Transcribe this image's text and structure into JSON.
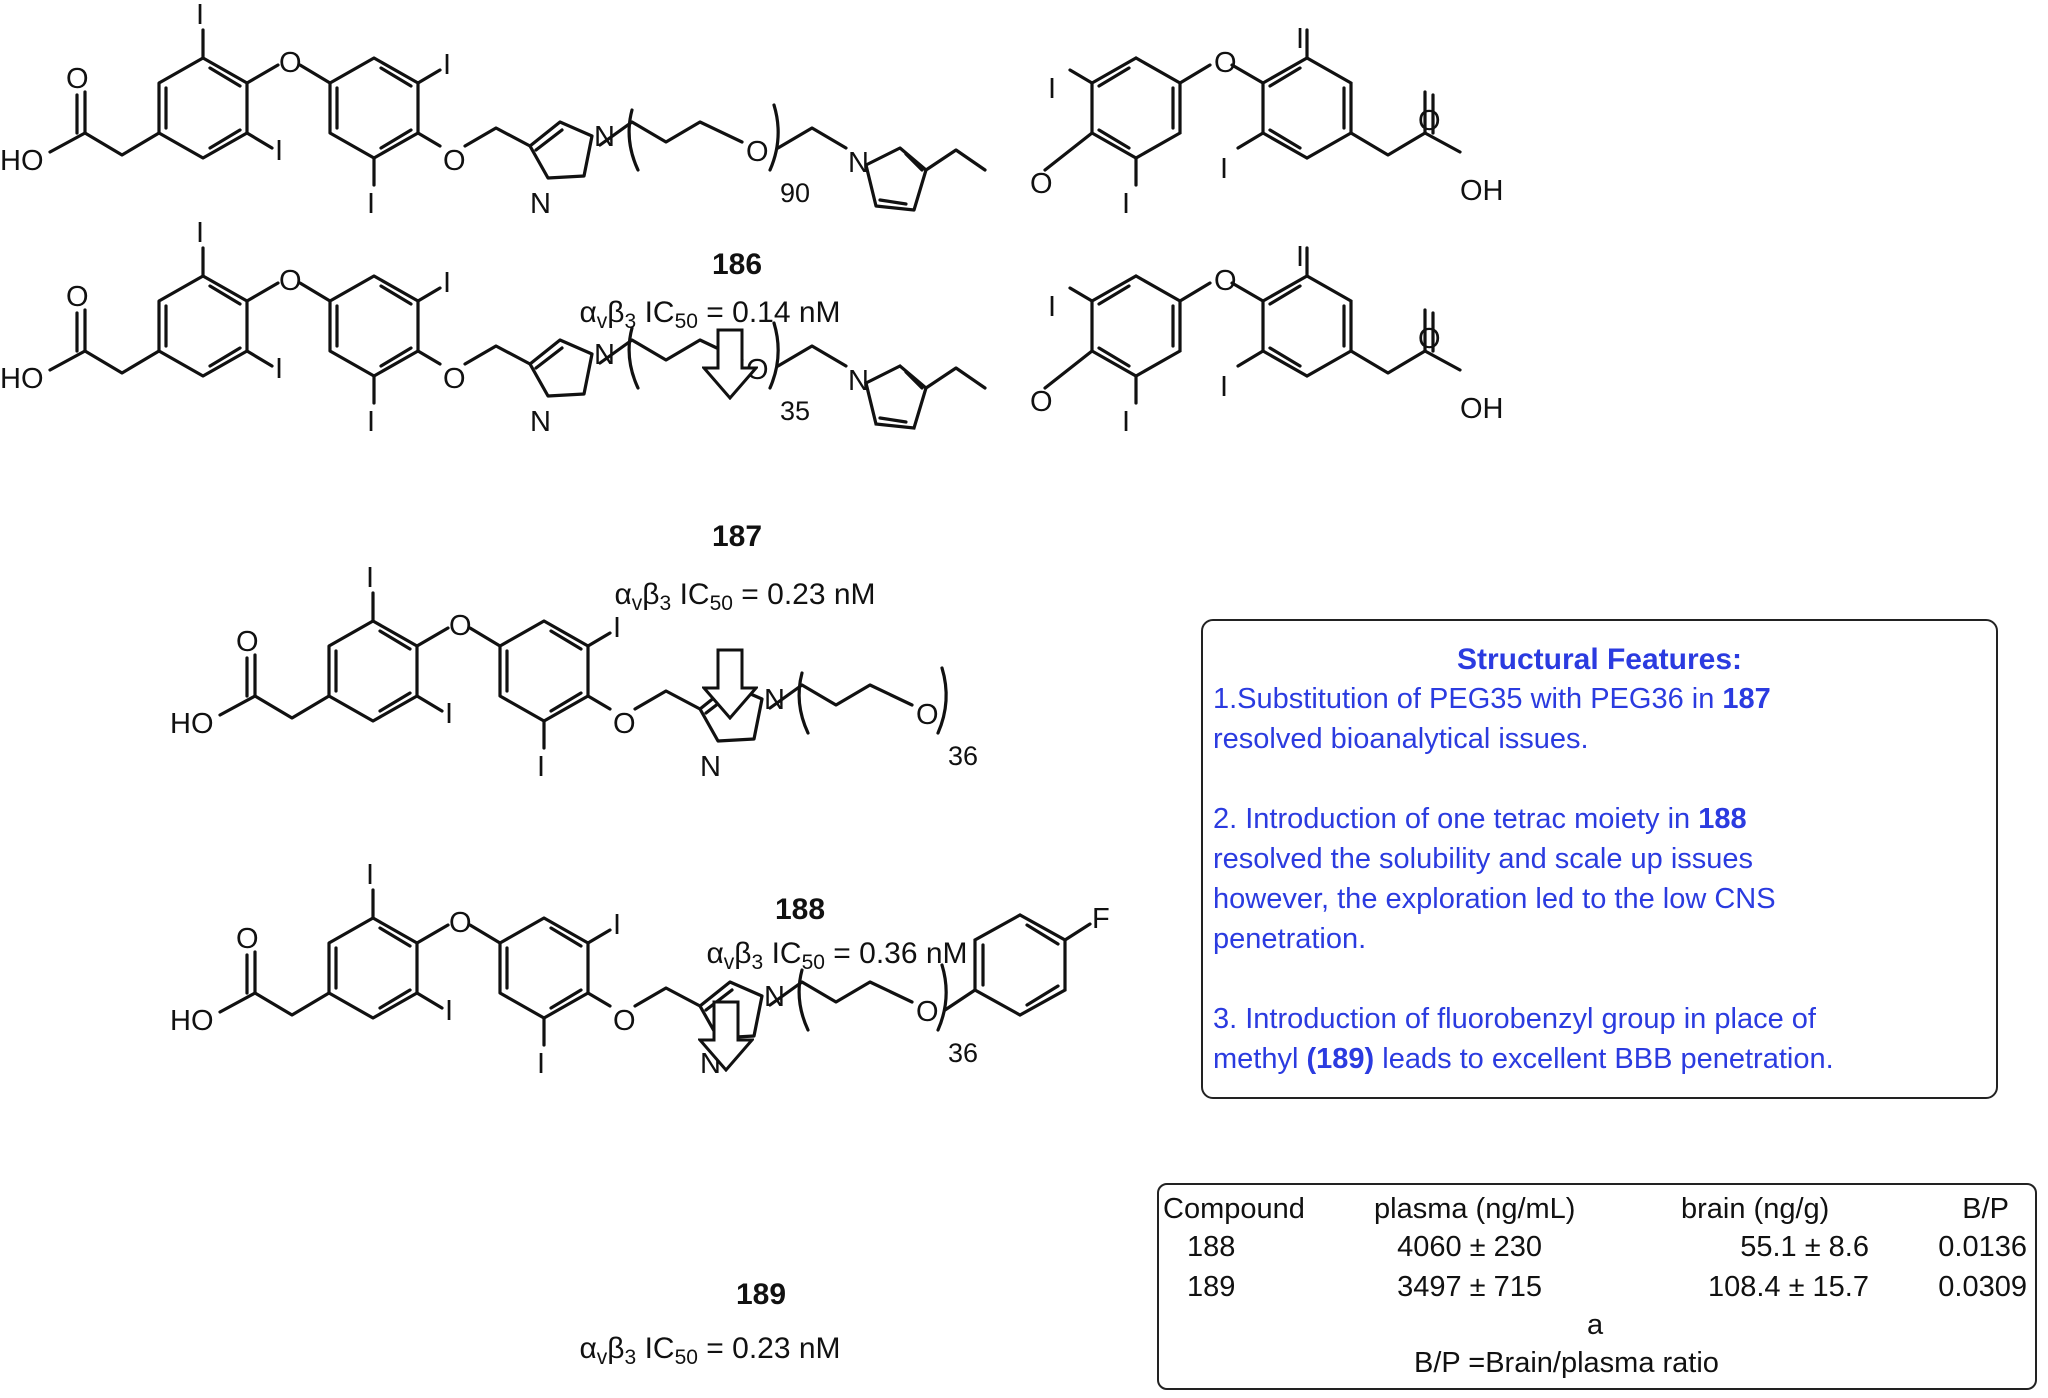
{
  "compounds": [
    {
      "id": "186",
      "peg_n": "90",
      "ic50": "= 0.14 nM"
    },
    {
      "id": "187",
      "peg_n": "35",
      "ic50": "= 0.23 nM"
    },
    {
      "id": "188",
      "peg_n": "36",
      "ic50": "= 0.36 nM"
    },
    {
      "id": "189",
      "peg_n": "36",
      "ic50": "= 0.23 nM"
    }
  ],
  "ic50_label": {
    "alpha": "α",
    "v": "v",
    "beta": "β",
    "three": "3",
    "ic": " IC",
    "fifty": "50",
    "space": " "
  },
  "atoms": {
    "I": "I",
    "O": "O",
    "N": "N",
    "HO": "HO",
    "OH": "OH",
    "F": "F"
  },
  "features": {
    "title": "Structural Features:",
    "point1": {
      "text_a": "1.Substitution of PEG35 with PEG36 in ",
      "ref": "187",
      "text_b": "resolved bioanalytical issues."
    },
    "point2": {
      "text_a": "2. Introduction of  one tetrac moiety in ",
      "ref": "188",
      "text_b": "resolved the  solubility and scale up issues",
      "text_c": "however, the exploration led to the low CNS",
      "text_d": "penetration."
    },
    "point3": {
      "text_a": "3. Introduction of fluorobenzyl group in   place of",
      "text_b": "methyl ",
      "ref": "(189)",
      "text_c": " leads to excellent BBB penetration."
    }
  },
  "pk_table": {
    "headers": [
      "Compound",
      "plasma (ng/mL)",
      "brain (ng/g)",
      "B/P"
    ],
    "rows": [
      [
        "188",
        "4060 ± 230",
        "55.1 ± 8.6",
        "0.0136"
      ],
      [
        "189",
        "3497 ± 715",
        "108.4 ± 15.7",
        "0.0309"
      ]
    ],
    "footnote_mark": "a",
    "footnote": "B/P =Brain/plasma ratio"
  },
  "colors": {
    "accent_text": "#2b3be0",
    "line": "#111111"
  }
}
